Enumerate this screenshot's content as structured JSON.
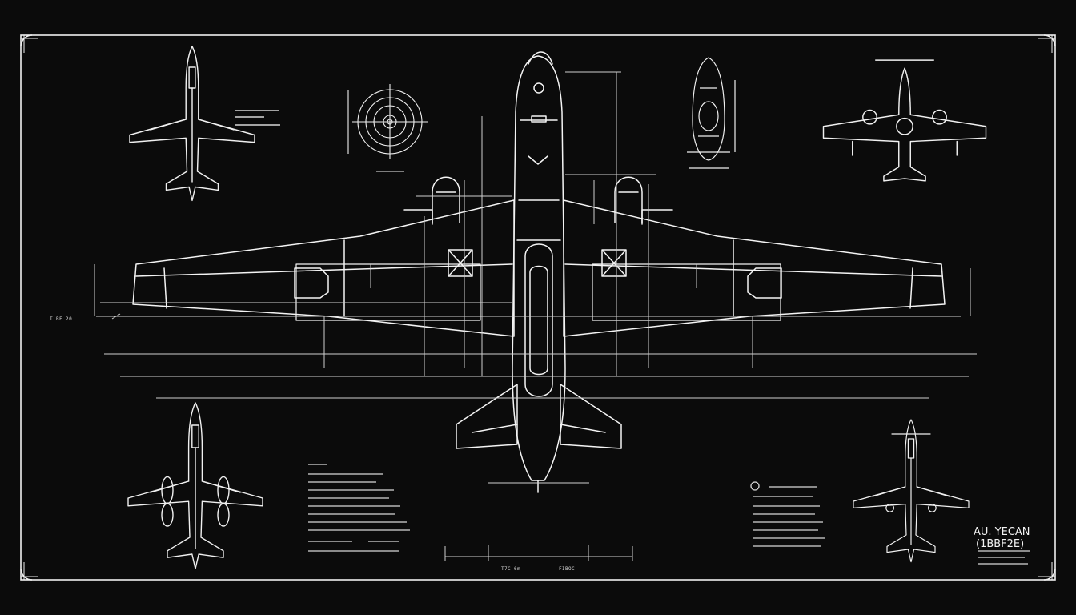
{
  "colors": {
    "background": "#0b0b0b",
    "line": "#f0f0f0",
    "dim_line": "#cfcfcf"
  },
  "title_block": {
    "line1": "AU. YECAN",
    "line2": "(1BBF2E)"
  },
  "dimension_labels": {
    "left_station": "T.BF 20",
    "center_bottom_left": "T7C 6m",
    "center_bottom_right": "FIBOC"
  }
}
